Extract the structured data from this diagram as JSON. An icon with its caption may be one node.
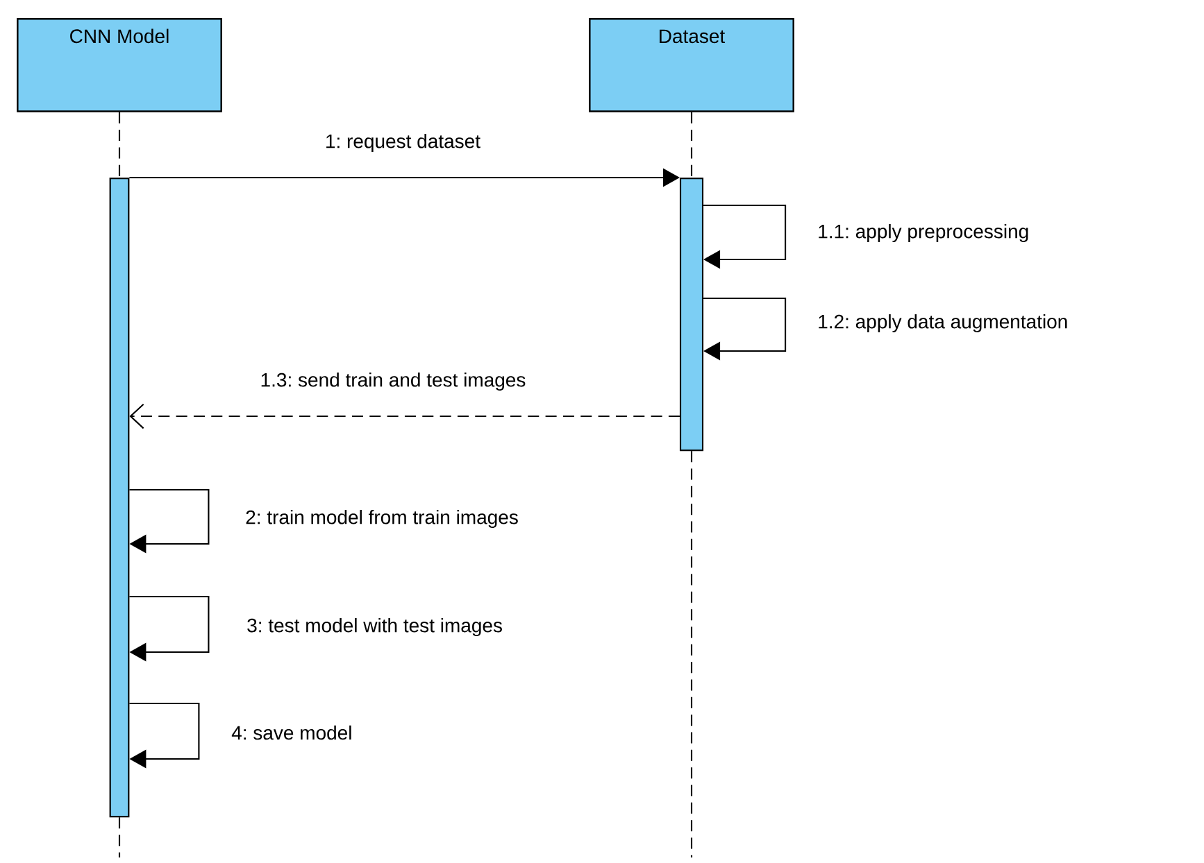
{
  "diagram": {
    "nodes": [
      {
        "text": [
          "CNN Model"
        ]
      },
      {
        "text": [
          "Dataset"
        ]
      },
      {
        "text": [],
        "shape": "bar"
      },
      {
        "text": [],
        "shape": "bar"
      }
    ],
    "edges": [
      {
        "from": 0,
        "to": 2,
        "arrow": "none",
        "style": "dashed"
      },
      {
        "from": 1,
        "to": 3,
        "arrow": "none",
        "style": "dashed"
      },
      {
        "from": 2,
        "to": null,
        "arrow": "none",
        "style": "dashed"
      },
      {
        "from": 3,
        "to": null,
        "arrow": "none",
        "style": "dashed"
      },
      {
        "from": 2,
        "to": 3,
        "arrow": "to",
        "label": "1: request dataset"
      },
      {
        "from": 3,
        "to": 3,
        "arrow": "to",
        "label": "1.1: apply preprocessing"
      },
      {
        "from": 3,
        "to": 3,
        "arrow": "to",
        "label": "1.2: apply data augmentation"
      },
      {
        "from": 3,
        "to": 2,
        "arrow": "to",
        "style": "dashed",
        "label": "1.3: send train and test images"
      },
      {
        "from": 2,
        "to": 2,
        "arrow": "to",
        "label": "2: train model from train images"
      },
      {
        "from": 2,
        "to": 2,
        "arrow": "to",
        "label": "3: test model with test images"
      },
      {
        "from": 2,
        "to": 2,
        "arrow": "to",
        "label": "4: save model"
      }
    ]
  }
}
